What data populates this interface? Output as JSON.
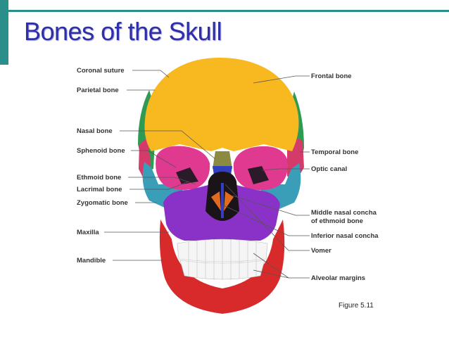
{
  "slide": {
    "title": "Bones of the Skull",
    "figure_caption": "Figure 5.11"
  },
  "labels": {
    "coronal_suture": "Coronal suture",
    "parietal_bone": "Parietal bone",
    "nasal_bone": "Nasal bone",
    "sphenoid_bone": "Sphenoid bone",
    "ethmoid_bone": "Ethmoid bone",
    "lacrimal_bone": "Lacrimal bone",
    "zygomatic_bone": "Zygomatic bone",
    "maxilla": "Maxilla",
    "mandible": "Mandible",
    "frontal_bone": "Frontal bone",
    "temporal_bone": "Temporal bone",
    "optic_canal": "Optic canal",
    "middle_nasal_concha_1": "Middle nasal concha",
    "middle_nasal_concha_2": "of ethmoid bone",
    "inferior_nasal_concha": "Inferior nasal concha",
    "vomer": "Vomer",
    "alveolar_margins": "Alveolar margins"
  },
  "colors": {
    "theme_teal": "#2a8f8a",
    "title_blue": "#2e2ea8",
    "frontal": "#f7b820",
    "parietal": "#2e9a52",
    "temporal": "#d43a6a",
    "sphenoid": "#e03a90",
    "zygomatic": "#3a9eb8",
    "maxilla": "#8a32c8",
    "mandible": "#d82a2a",
    "nasal": "#8a8a40",
    "vomer": "#3040c0",
    "teeth": "#f5f5f5"
  }
}
